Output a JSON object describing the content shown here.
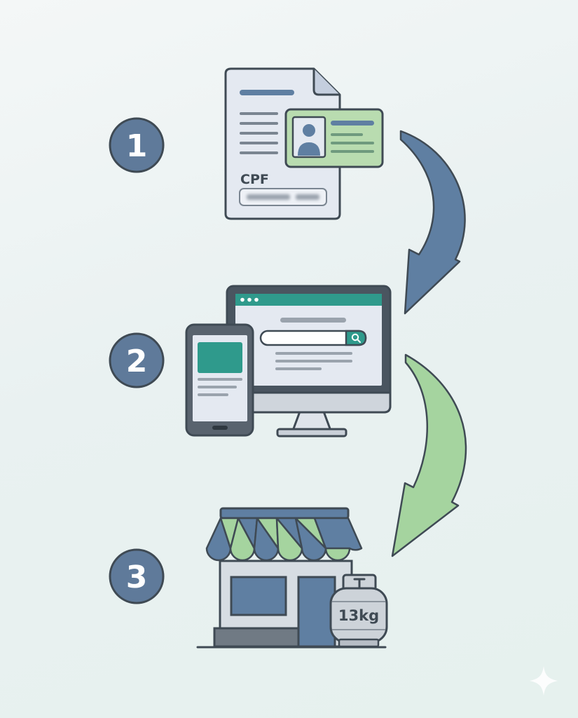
{
  "steps": [
    {
      "number": "1"
    },
    {
      "number": "2"
    },
    {
      "number": "3"
    }
  ],
  "document": {
    "label": "CPF"
  },
  "gas_tank": {
    "label": "13kg"
  },
  "colors": {
    "blue": "#5f7fa2",
    "green": "#9ccd9c",
    "teal": "#2f9a8c",
    "outline": "#3f4a54",
    "badge": "#5f7a9a"
  },
  "icons": [
    "document-icon",
    "id-card-icon",
    "smartphone-icon",
    "desktop-monitor-icon",
    "search-icon",
    "storefront-icon",
    "gas-cylinder-icon",
    "sparkle-icon"
  ]
}
